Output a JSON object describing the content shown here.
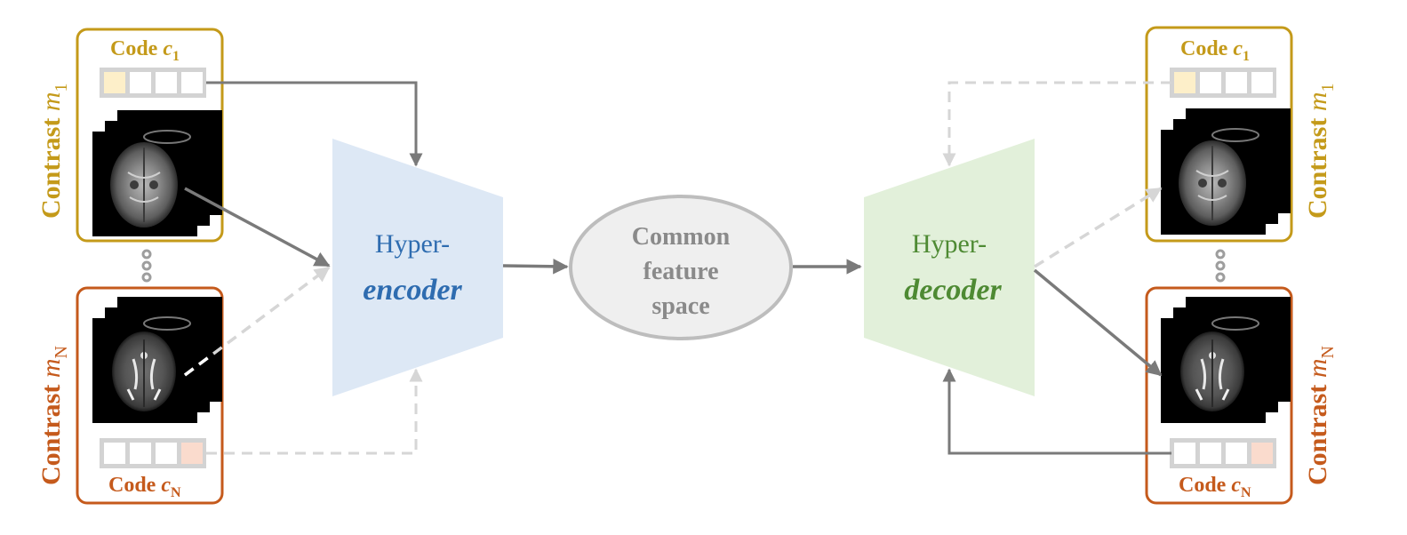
{
  "colors": {
    "gold": "#C49A1A",
    "orange": "#C55A1C",
    "encoder_fill": "#DDE8F5",
    "encoder_text": "#2E6CB0",
    "decoder_fill": "#E2F0DA",
    "decoder_text": "#4E8A33",
    "ellipse_fill": "#EFEFEF",
    "ellipse_stroke": "#BDBDBD",
    "ellipse_text": "#8A8A8A",
    "arrow_solid": "#7A7A7A",
    "arrow_dashed": "#D6D6D6",
    "code_cell_gold": "#FDEFC9",
    "code_cell_orange": "#FADBCD"
  },
  "left": {
    "contrast_1": {
      "label": "Contrast",
      "var": "m",
      "sub": "1"
    },
    "contrast_n": {
      "label": "Contrast",
      "var": "m",
      "sub": "N"
    },
    "code_1": {
      "label": "Code",
      "var": "c",
      "sub": "1"
    },
    "code_n": {
      "label": "Code",
      "var": "c",
      "sub": "N"
    }
  },
  "right": {
    "contrast_1": {
      "label": "Contrast",
      "var": "m",
      "sub": "1"
    },
    "contrast_n": {
      "label": "Contrast",
      "var": "m",
      "sub": "N"
    },
    "code_1": {
      "label": "Code",
      "var": "c",
      "sub": "1"
    },
    "code_n": {
      "label": "Code",
      "var": "c",
      "sub": "N"
    }
  },
  "encoder": {
    "line1": "Hyper-",
    "line2": "encoder"
  },
  "decoder": {
    "line1": "Hyper-",
    "line2": "decoder"
  },
  "feature_space": {
    "line1": "Common",
    "line2": "feature",
    "line3": "space"
  }
}
